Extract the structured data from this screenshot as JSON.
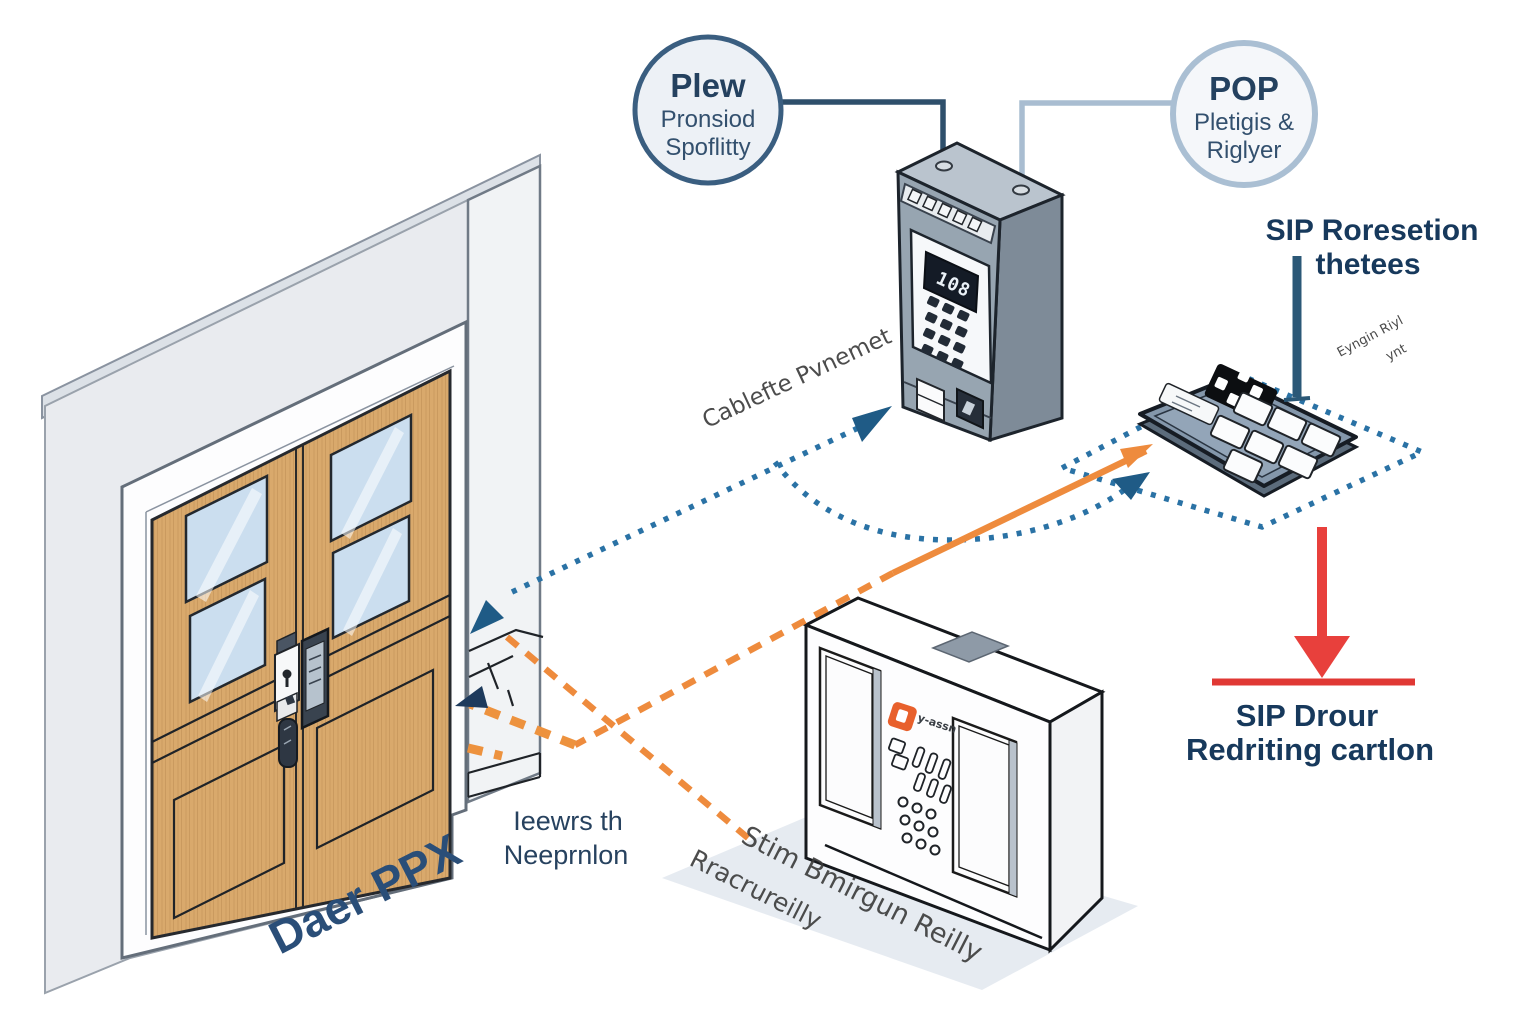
{
  "bubble_left": {
    "title": "Plew",
    "line1": "Pronsiod",
    "line2": "Spoflitty"
  },
  "bubble_right": {
    "title": "POP",
    "line1": "Pletigis &",
    "line2": "Riglyer"
  },
  "sip_registration": {
    "line1": "SIP Roresetion",
    "line2": "thetees"
  },
  "sip_door": {
    "line1": "SIP Drour",
    "line2": "Redriting cartlon"
  },
  "reader_note": {
    "line1": "Ieewrs th",
    "line2": "Neeprnlon"
  },
  "door_label": {
    "text": "Daer PPX"
  },
  "cable_note": {
    "text": "Cablefte Pvnemet"
  },
  "relay_note": {
    "line1": "Stim Bmirgun Reilly",
    "line2": "Rracrureilly"
  },
  "keypad_note": {
    "line1": "Eyngin Riyl",
    "line2": "ynt"
  },
  "intercom": {
    "display": "108"
  },
  "relay_box": {
    "brand": "y-assn"
  },
  "colors": {
    "dotted_line_blue": "#2A72A5",
    "arrow_navy": "#1F5B86",
    "connector_navy": "#2E4F6B",
    "connector_gray": "#A9BDD1",
    "orange": "#EE8B3D",
    "red": "#E23A36",
    "text_navy": "#17395C",
    "wood": "#D9A96C"
  }
}
